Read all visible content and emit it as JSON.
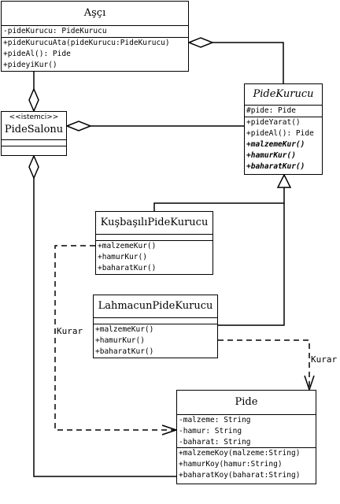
{
  "classes": {
    "asci": {
      "name": "Aşçı",
      "attributes": [
        "-pideKurucu: PideKurucu"
      ],
      "operations": [
        "+pideKurucuAta(pideKurucu:PideKurucu)",
        "+pideAl(): Pide",
        "+pideyiKur()"
      ]
    },
    "pidesalonu": {
      "stereotype": "<<istemci>>",
      "name": "PideSalonu"
    },
    "pidekurucu": {
      "name": "PideKurucu",
      "attributes": [
        "#pide: Pide"
      ],
      "operations": [
        "+pideYarat()",
        "+pideAl(): Pide",
        "+malzemeKur()",
        "+hamurKur()",
        "+baharatKur()"
      ]
    },
    "kusbasili": {
      "name": "KuşbaşılıPideKurucu",
      "operations": [
        "+malzemeKur()",
        "+hamurKur()",
        "+baharatKur()"
      ]
    },
    "lahmacun": {
      "name": "LahmacunPideKurucu",
      "operations": [
        "+malzemeKur()",
        "+hamurKur()",
        "+baharatKur()"
      ]
    },
    "pide": {
      "name": "Pide",
      "attributes": [
        "-malzeme: String",
        "-hamur: String",
        "-baharat: String"
      ],
      "operations": [
        "+malzemeKoy(malzeme:String)",
        "+hamurKoy(hamur:String)",
        "+baharatKoy(baharat:String)"
      ]
    }
  },
  "labels": {
    "kurar_left": "Kurar",
    "kurar_right": "Kurar"
  }
}
